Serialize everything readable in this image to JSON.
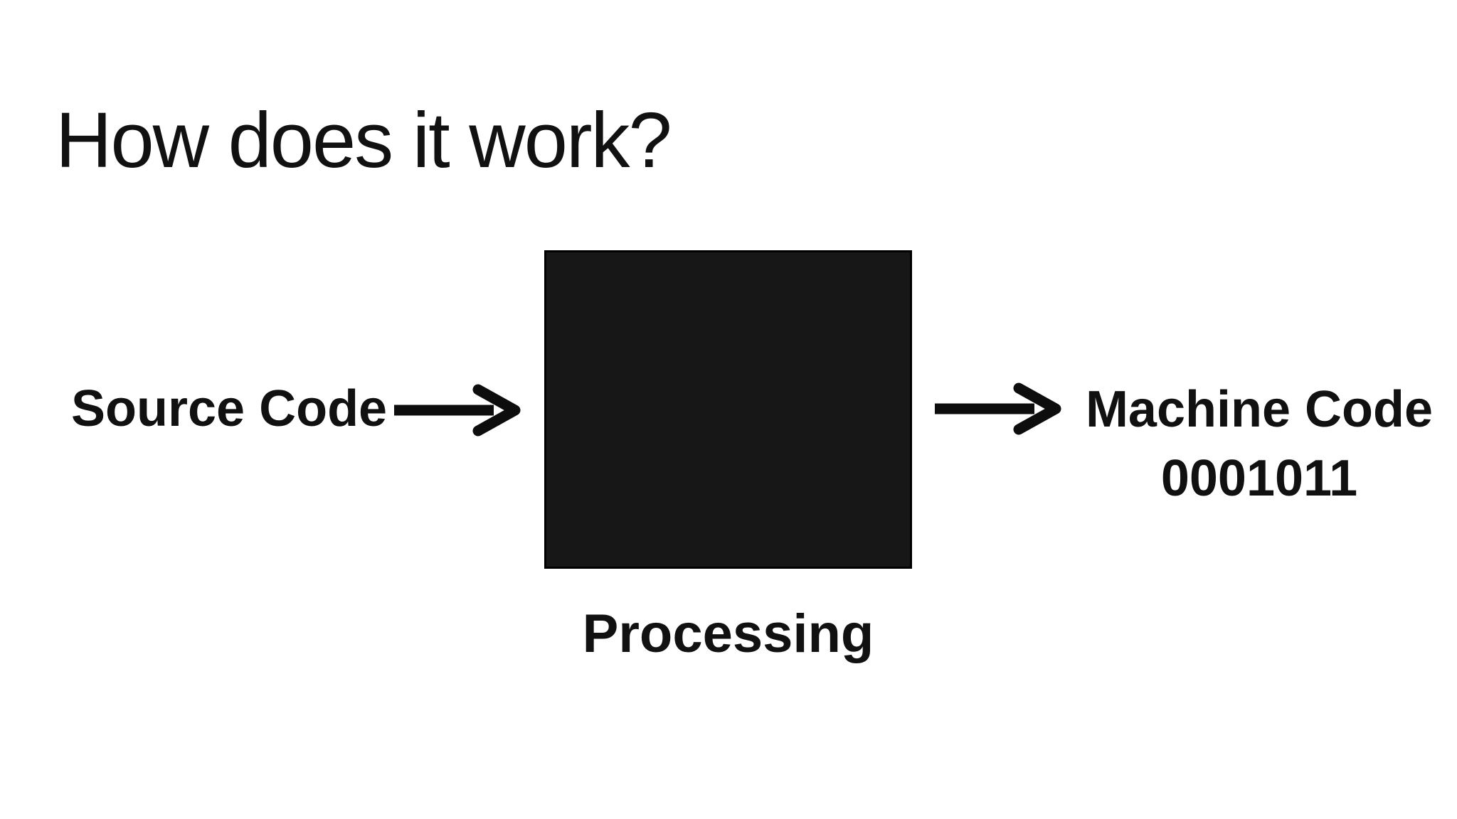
{
  "slide": {
    "title": "How does it work?",
    "input_label": "Source Code",
    "box_label": "Processing",
    "output_label": "Machine Code",
    "output_value": "0001011"
  },
  "icons": {
    "left_arrow": "right-pointing-arrow",
    "right_arrow": "right-pointing-arrow"
  },
  "colors": {
    "background": "#ffffff",
    "text": "#111111",
    "box_fill": "#171717",
    "box_border": "#000000",
    "arrow": "#0d0d0d"
  }
}
